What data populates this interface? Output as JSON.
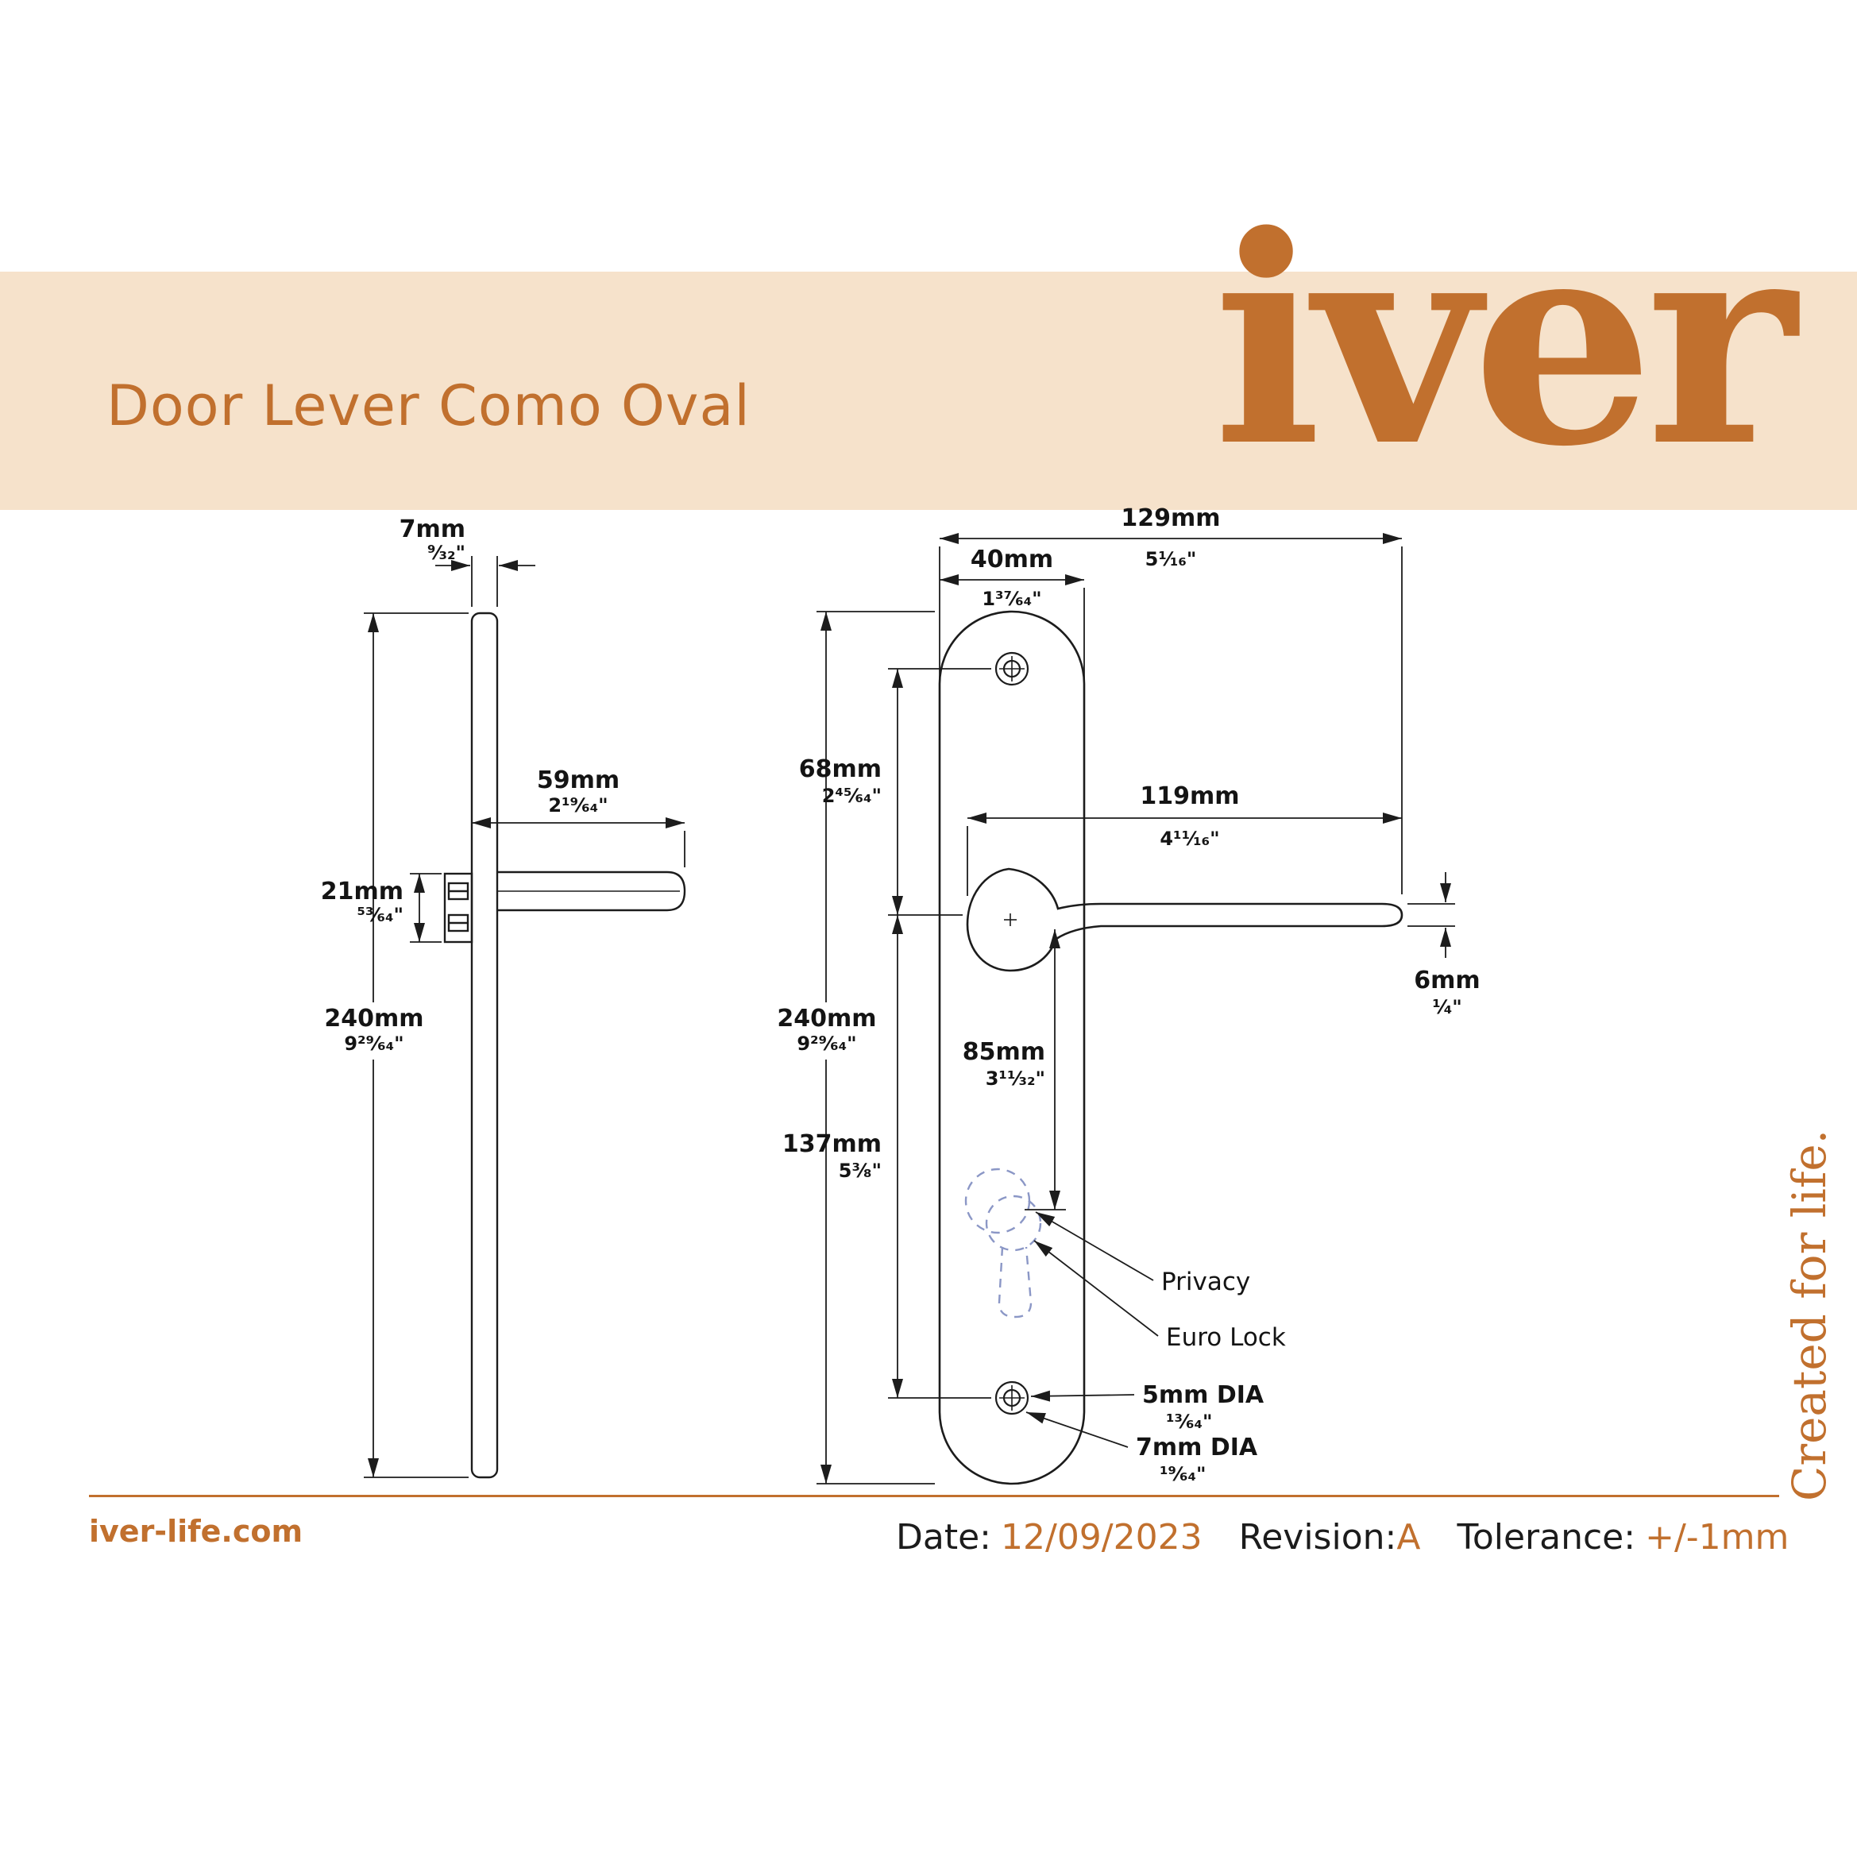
{
  "colors": {
    "accent": "#c1702e",
    "banner_bg": "#f6e2cb",
    "line": "#1c1c1c",
    "dashed": "#8b97c6"
  },
  "header": {
    "title": "Door Lever Como Oval",
    "logo": "iver",
    "tagline": "Created for life."
  },
  "footer": {
    "website": "iver-life.com",
    "date_label": "Date:",
    "date_value": "12/09/2023",
    "revision_label": "Revision:",
    "revision_value": "A",
    "tolerance_label": "Tolerance:",
    "tolerance_value": "+/-1mm"
  },
  "side_view": {
    "thickness_mm": "7mm",
    "thickness_in": "⁹⁄₃₂\"",
    "projection_mm": "59mm",
    "projection_in": "2¹⁹⁄₆₄\"",
    "hub_mm": "21mm",
    "hub_in": "⁵³⁄₆₄\"",
    "height_mm": "240mm",
    "height_in": "9²⁹⁄₆₄\""
  },
  "front_view": {
    "overall_width_mm": "129mm",
    "overall_width_in": "5¹⁄₁₆\"",
    "plate_width_mm": "40mm",
    "plate_width_in": "1³⁷⁄₆₄\"",
    "hole_to_lever_mm": "68mm",
    "hole_to_lever_in": "2⁴⁵⁄₆₄\"",
    "lever_length_mm": "119mm",
    "lever_length_in": "4¹¹⁄₁₆\"",
    "height_mm": "240mm",
    "height_in": "9²⁹⁄₆₄\"",
    "lever_to_lock_mm": "85mm",
    "lever_to_lock_in": "3¹¹⁄₃₂\"",
    "lever_to_hole_mm": "137mm",
    "lever_to_hole_in": "5³⁄₈\"",
    "lever_thickness_mm": "6mm",
    "lever_thickness_in": "¹⁄₄\"",
    "privacy_label": "Privacy",
    "euro_lock_label": "Euro Lock",
    "screw_dia_mm": "5mm DIA",
    "screw_dia_in": "¹³⁄₆₄\"",
    "hole_dia_mm": "7mm DIA",
    "hole_dia_in": "¹⁹⁄₆₄\""
  }
}
